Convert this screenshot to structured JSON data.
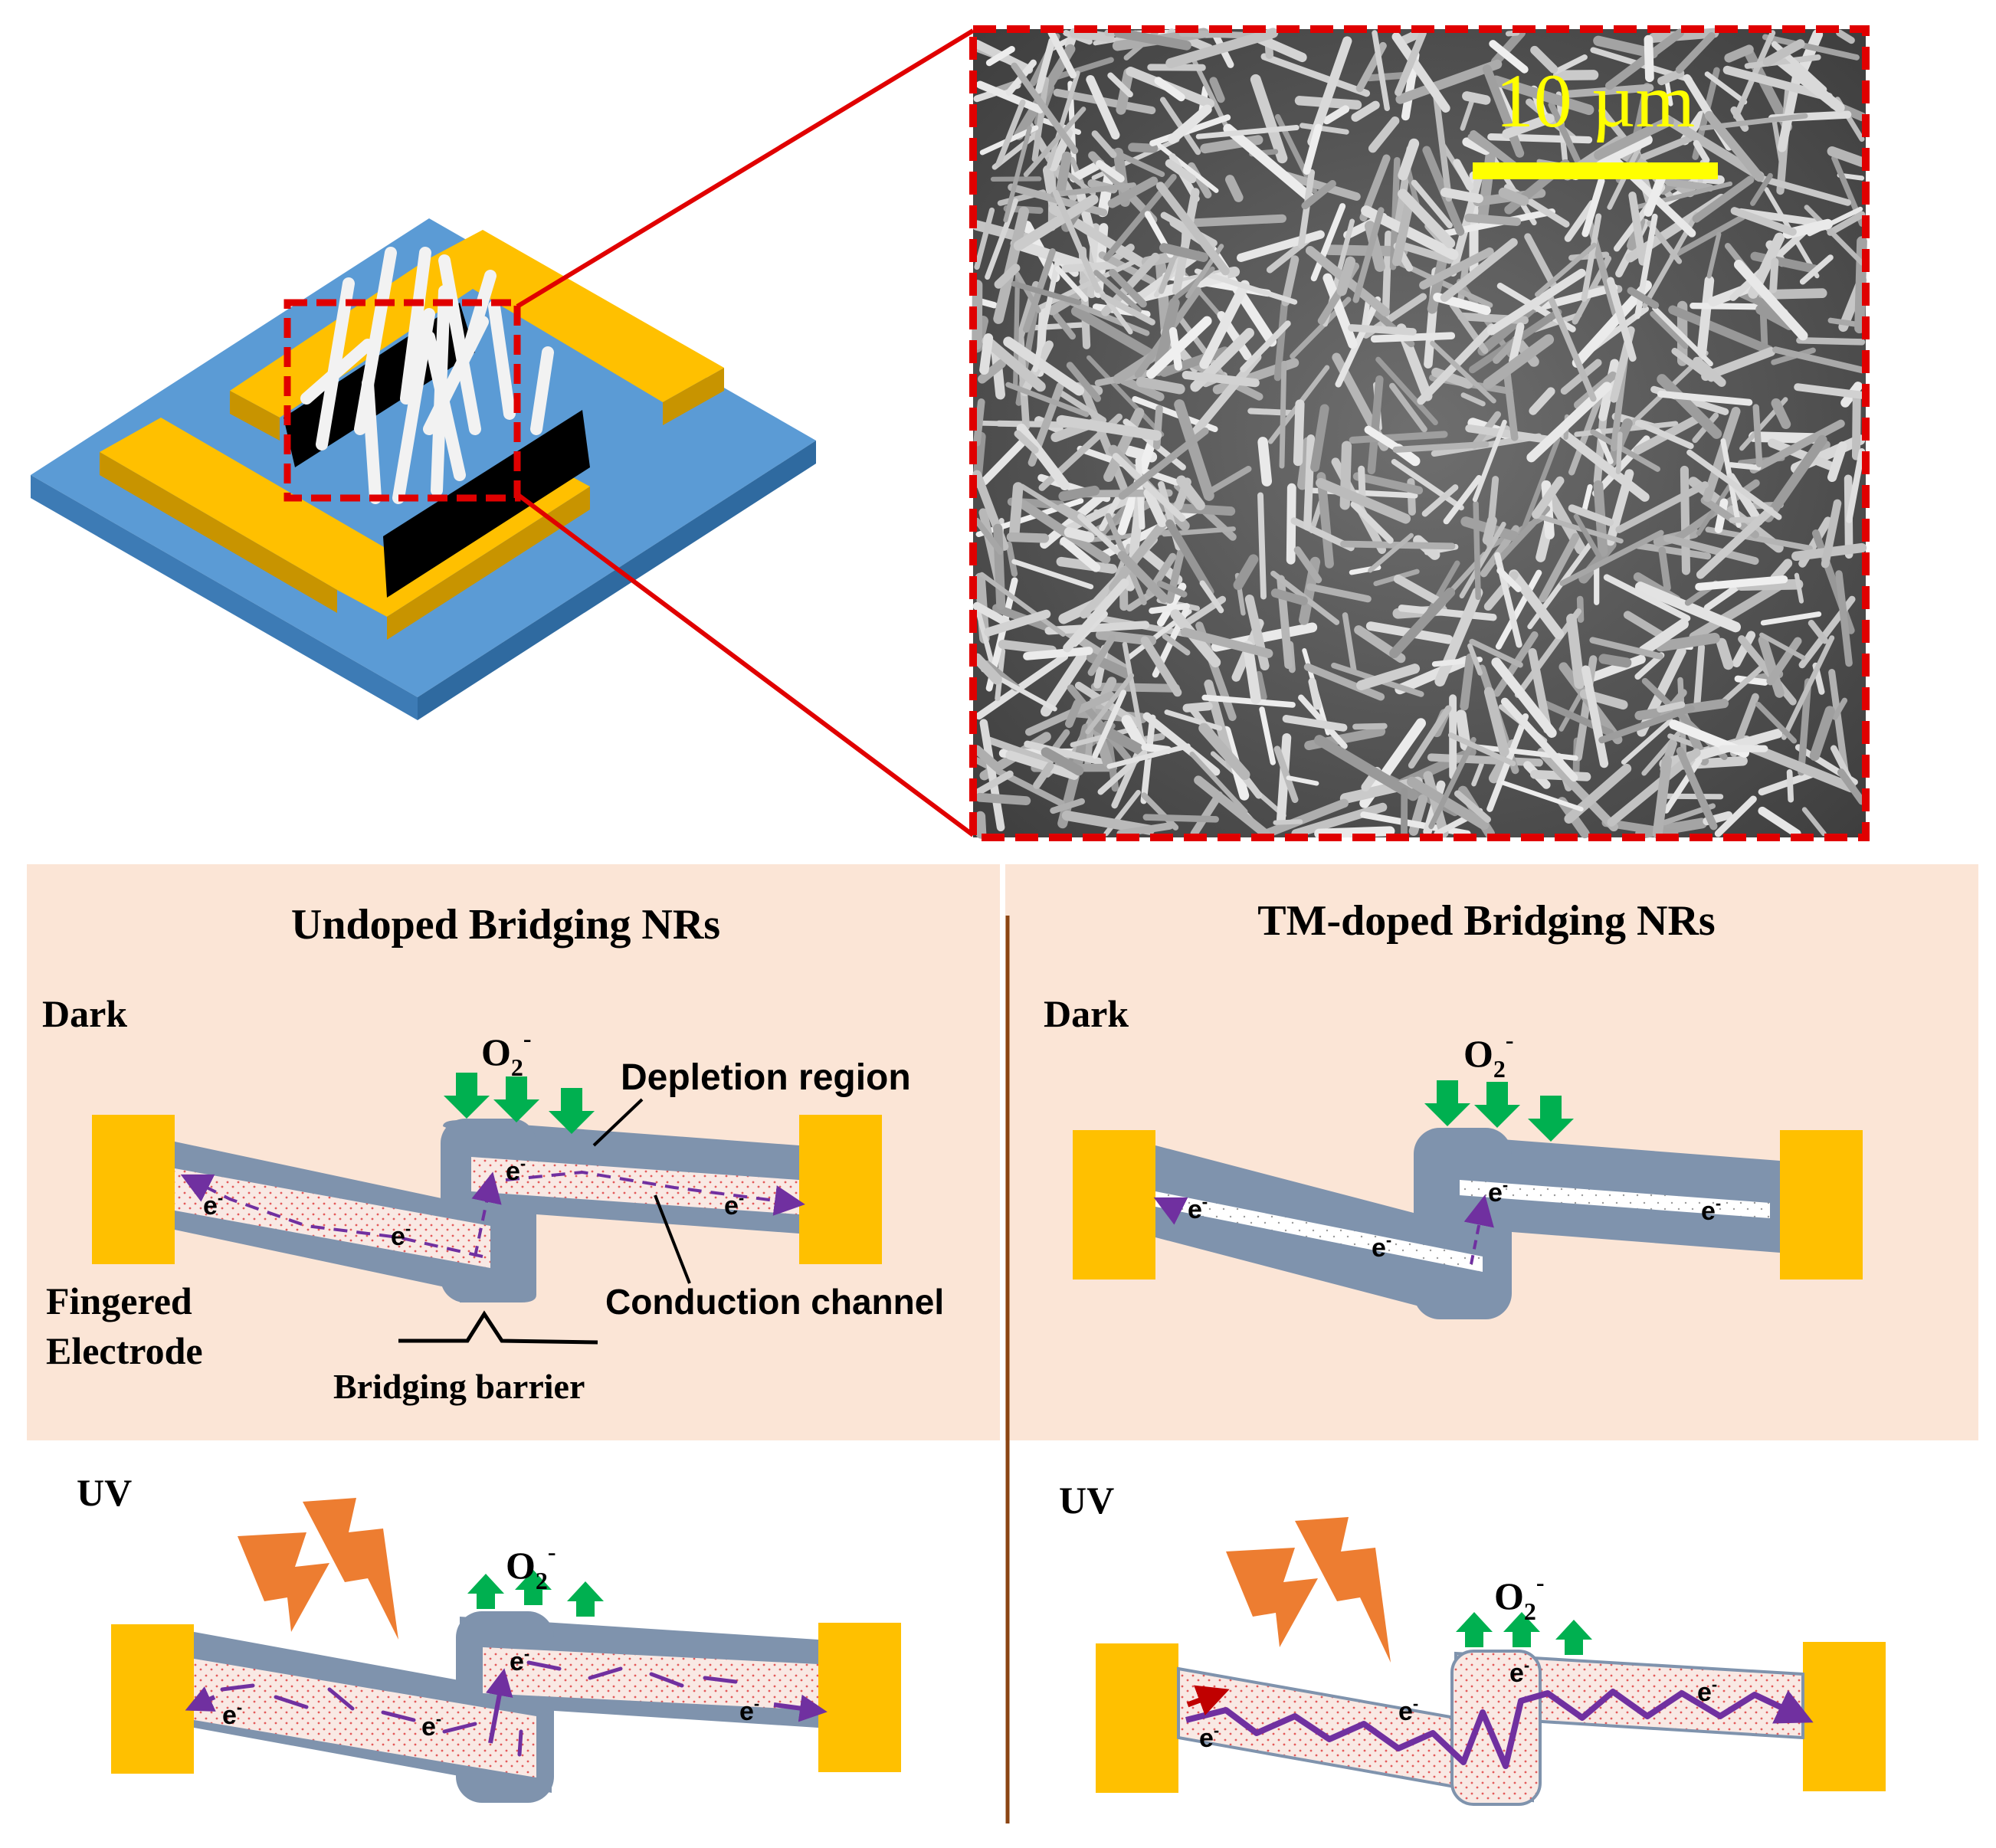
{
  "colors": {
    "substrate": "#5b9bd5",
    "electrode": "#ffc000",
    "nanorod_shell": "#7f93ad",
    "conduction_fill": "#f7e3de",
    "panel_bg": "#fbe5d6",
    "highlight": "#e00000",
    "oxygen_arrow": "#00b050",
    "electron_path": "#7030a0",
    "uv_bolt": "#ed7d31",
    "divider": "#8b4513",
    "scale_bar": "#ffff00"
  },
  "sem": {
    "scale_label": "10 µm"
  },
  "panels": {
    "undoped": {
      "title": "Undoped Bridging NRs",
      "dark_label": "Dark",
      "uv_label": "UV",
      "oxygen": "O",
      "oxygen_sub": "2",
      "oxygen_sup": "-",
      "depletion_label": "Depletion region",
      "conduction_label": "Conduction channel",
      "electrode_label_line1": "Fingered",
      "electrode_label_line2": "Electrode",
      "barrier_label": "Bridging barrier",
      "electron": "e",
      "electron_sup": "-"
    },
    "doped": {
      "title": "TM-doped Bridging NRs",
      "dark_label": "Dark",
      "uv_label": "UV",
      "oxygen": "O",
      "oxygen_sub": "2",
      "oxygen_sup": "-",
      "electron": "e",
      "electron_sup": "-"
    }
  }
}
